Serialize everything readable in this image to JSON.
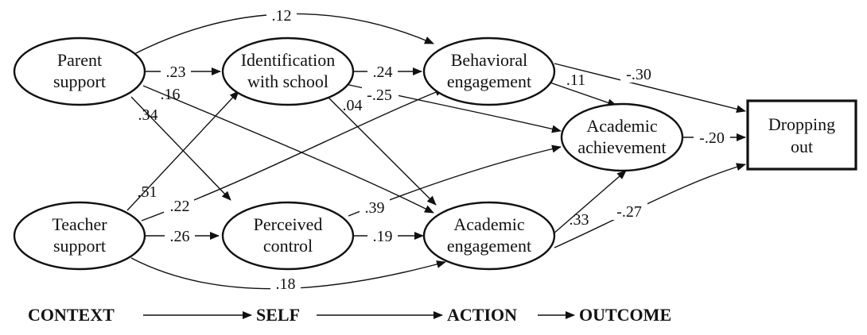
{
  "nodes": {
    "parent_support": [
      "Parent",
      "support"
    ],
    "teacher_support": [
      "Teacher",
      "support"
    ],
    "identification": [
      "Identification",
      "with school"
    ],
    "perceived_control": [
      "Perceived",
      "control"
    ],
    "behavioral_engagement": [
      "Behavioral",
      "engagement"
    ],
    "academic_engagement": [
      "Academic",
      "engagement"
    ],
    "academic_achievement": [
      "Academic",
      "achievement"
    ],
    "dropping_out": [
      "Dropping",
      "out"
    ]
  },
  "paths": [
    {
      "from": "Parent support",
      "to": "Behavioral engagement",
      "coef": ".12"
    },
    {
      "from": "Parent support",
      "to": "Identification with school",
      "coef": ".23"
    },
    {
      "from": "Parent support",
      "to": "Academic engagement",
      "coef": ".16"
    },
    {
      "from": "Parent support",
      "to": "Perceived control",
      "coef": ".34"
    },
    {
      "from": "Identification with school",
      "to": "Behavioral engagement",
      "coef": ".24"
    },
    {
      "from": "Identification with school",
      "to": "Academic achievement",
      "coef": "-.25"
    },
    {
      "from": "Identification with school",
      "to": "Academic engagement",
      "coef": ".04"
    },
    {
      "from": "Behavioral engagement",
      "to": "Academic achievement",
      "coef": ".11"
    },
    {
      "from": "Behavioral engagement",
      "to": "Dropping out",
      "coef": "-.30"
    },
    {
      "from": "Teacher support",
      "to": "Identification with school",
      "coef": ".51"
    },
    {
      "from": "Teacher support",
      "to": "Behavioral engagement",
      "coef": ".22"
    },
    {
      "from": "Teacher support",
      "to": "Perceived control",
      "coef": ".26"
    },
    {
      "from": "Teacher support",
      "to": "Academic engagement",
      "coef": ".18"
    },
    {
      "from": "Perceived control",
      "to": "Academic achievement",
      "coef": ".39"
    },
    {
      "from": "Perceived control",
      "to": "Academic engagement",
      "coef": ".19"
    },
    {
      "from": "Academic engagement",
      "to": "Academic achievement",
      "coef": ".33"
    },
    {
      "from": "Academic engagement",
      "to": "Dropping out",
      "coef": "-.27"
    },
    {
      "from": "Academic achievement",
      "to": "Dropping out",
      "coef": "-.20"
    }
  ],
  "stages": [
    "CONTEXT",
    "SELF",
    "ACTION",
    "OUTCOME"
  ]
}
